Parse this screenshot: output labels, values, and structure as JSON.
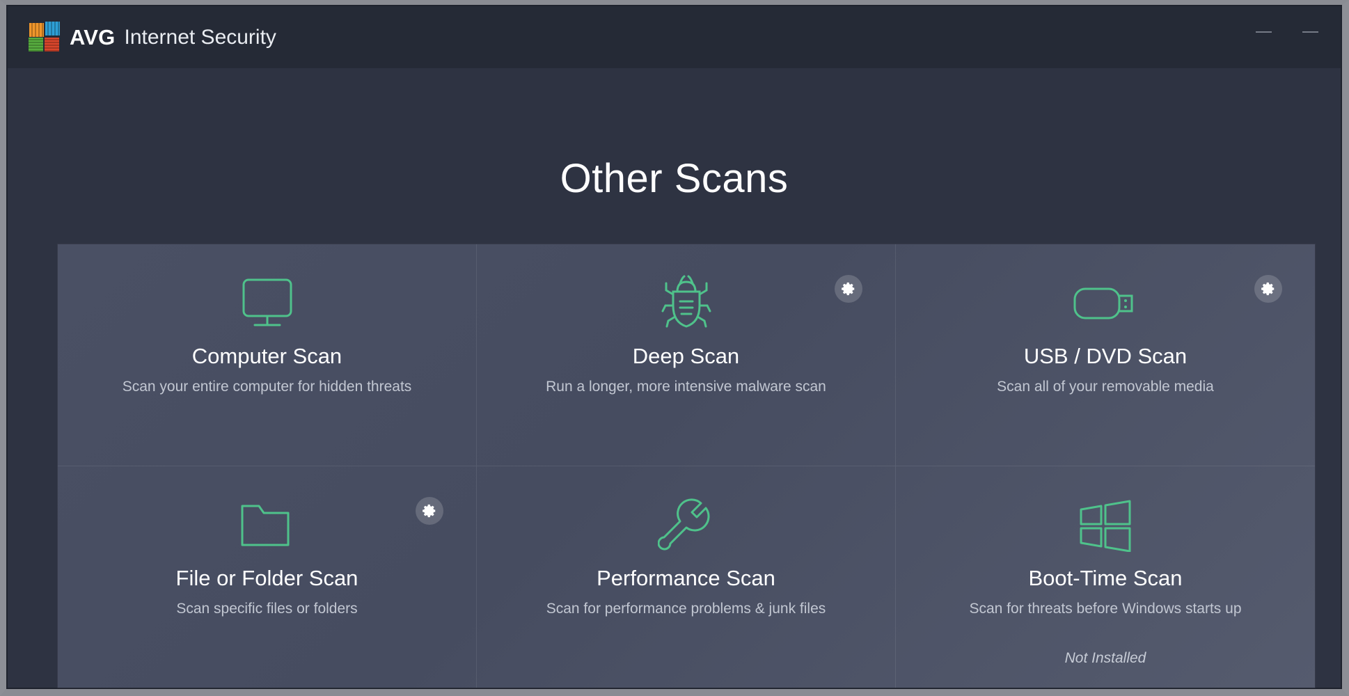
{
  "window": {
    "brand_avg": "AVG",
    "brand_product": "Internet Security",
    "minimize_label": "Minimize",
    "maximize_label": "Maximize",
    "logo_icon": "avg-logo-icon",
    "accent_green": "#4fc28b",
    "bg_dark": "#272c39",
    "bg_content": "#2e3342",
    "tile_bg": "#4a5064"
  },
  "page": {
    "title": "Other Scans"
  },
  "tiles": [
    {
      "id": "computer-scan",
      "icon": "monitor-icon",
      "title": "Computer Scan",
      "desc": "Scan your entire computer for hidden threats",
      "has_gear": false,
      "gear_label": "Settings",
      "status": ""
    },
    {
      "id": "deep-scan",
      "icon": "bug-icon",
      "title": "Deep Scan",
      "desc": "Run a longer, more intensive malware scan",
      "has_gear": true,
      "gear_label": "Settings",
      "status": ""
    },
    {
      "id": "usb-dvd-scan",
      "icon": "usb-drive-icon",
      "title": "USB / DVD Scan",
      "desc": "Scan all of your removable media",
      "has_gear": true,
      "gear_label": "Settings",
      "status": ""
    },
    {
      "id": "file-or-folder-scan",
      "icon": "folder-icon",
      "title": "File or Folder Scan",
      "desc": "Scan specific files or folders",
      "has_gear": true,
      "gear_label": "Settings",
      "status": ""
    },
    {
      "id": "performance-scan",
      "icon": "wrench-icon",
      "title": "Performance Scan",
      "desc": "Scan for performance problems & junk files",
      "has_gear": false,
      "gear_label": "Settings",
      "status": ""
    },
    {
      "id": "boot-time-scan",
      "icon": "windows-logo-icon",
      "title": "Boot-Time Scan",
      "desc": "Scan for threats before Windows starts up",
      "has_gear": false,
      "gear_label": "Settings",
      "status": "Not Installed"
    }
  ]
}
